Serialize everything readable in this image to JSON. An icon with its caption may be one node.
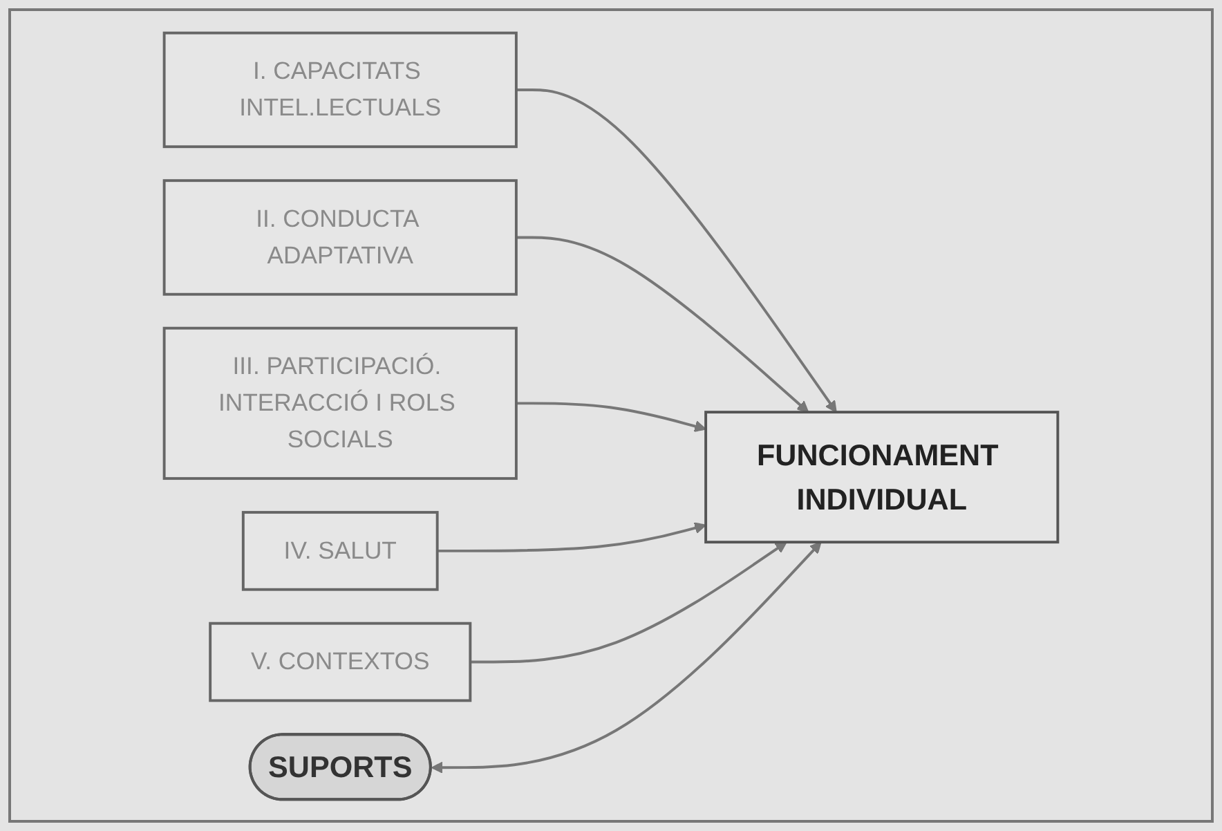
{
  "diagram": {
    "nodes": [
      {
        "text": [
          "I. CAPACITATS INTEL.LECTUALS"
        ]
      },
      {
        "text": [
          "II. CONDUCTA ADAPTATIVA"
        ]
      },
      {
        "text": [
          "III. PARTICIPACIÓ. INTERACCIÓ I ROLS SOCIALS"
        ]
      },
      {
        "text": [
          "IV. SALUT"
        ]
      },
      {
        "text": [
          "V. CONTEXTOS"
        ]
      },
      {
        "text": [
          "SUPORTS"
        ]
      },
      {
        "text": [
          "FUNCIONAMENT INDIVIDUAL"
        ]
      }
    ],
    "edges": [
      {
        "from": 0,
        "to": 6,
        "arrow": "to"
      },
      {
        "from": 1,
        "to": 6,
        "arrow": "to"
      },
      {
        "from": 2,
        "to": 6,
        "arrow": "to"
      },
      {
        "from": 3,
        "to": 6,
        "arrow": "to"
      },
      {
        "from": 4,
        "to": 6,
        "arrow": "to"
      },
      {
        "from": 5,
        "to": 6,
        "arrow": "both"
      }
    ]
  }
}
